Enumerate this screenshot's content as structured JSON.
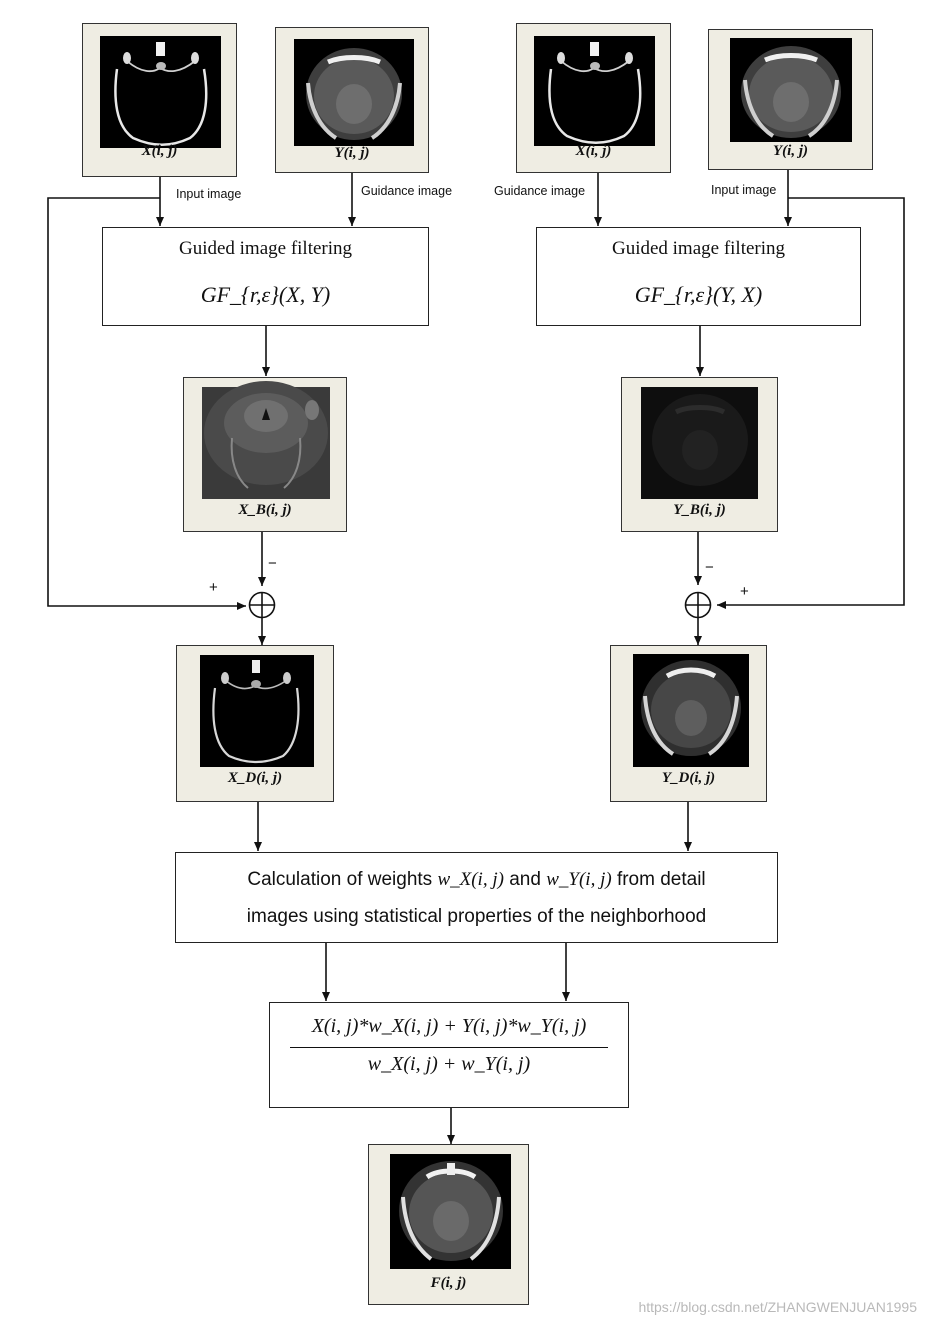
{
  "images": {
    "x": {
      "caption": "X(i, j)"
    },
    "y": {
      "caption": "Y(i, j)"
    },
    "x2": {
      "caption": "X(i, j)"
    },
    "y2": {
      "caption": "Y(i, j)"
    },
    "xb": {
      "caption": "X_B(i, j)"
    },
    "yb": {
      "caption": "Y_B(i, j)"
    },
    "xd": {
      "caption": "X_D(i, j)"
    },
    "yd": {
      "caption": "Y_D(i, j)"
    },
    "f": {
      "caption": "F(i, j)"
    }
  },
  "labels": {
    "input_left": "Input image",
    "guidance_left": "Guidance image",
    "guidance_right": "Guidance image",
    "input_right": "Input image",
    "plus": "+",
    "minus": "−"
  },
  "filters": {
    "left": {
      "title": "Guided image filtering",
      "formula": "GF_{r,ε}(X, Y)"
    },
    "right": {
      "title": "Guided image filtering",
      "formula": "GF_{r,ε}(Y, X)"
    }
  },
  "calculation": {
    "line1_a": "Calculation of weights",
    "w_x": "w_X(i, j)",
    "and": "and",
    "w_y": "w_Y(i, j)",
    "line1_b": "from detail",
    "line2": "images using statistical properties of the neighborhood"
  },
  "fusion": {
    "numerator": "X(i, j)*w_X(i, j) + Y(i, j)*w_Y(i, j)",
    "denominator": "w_X(i, j) + w_Y(i, j)"
  },
  "watermark": "https://blog.csdn.net/ZHANGWENJUAN1995"
}
